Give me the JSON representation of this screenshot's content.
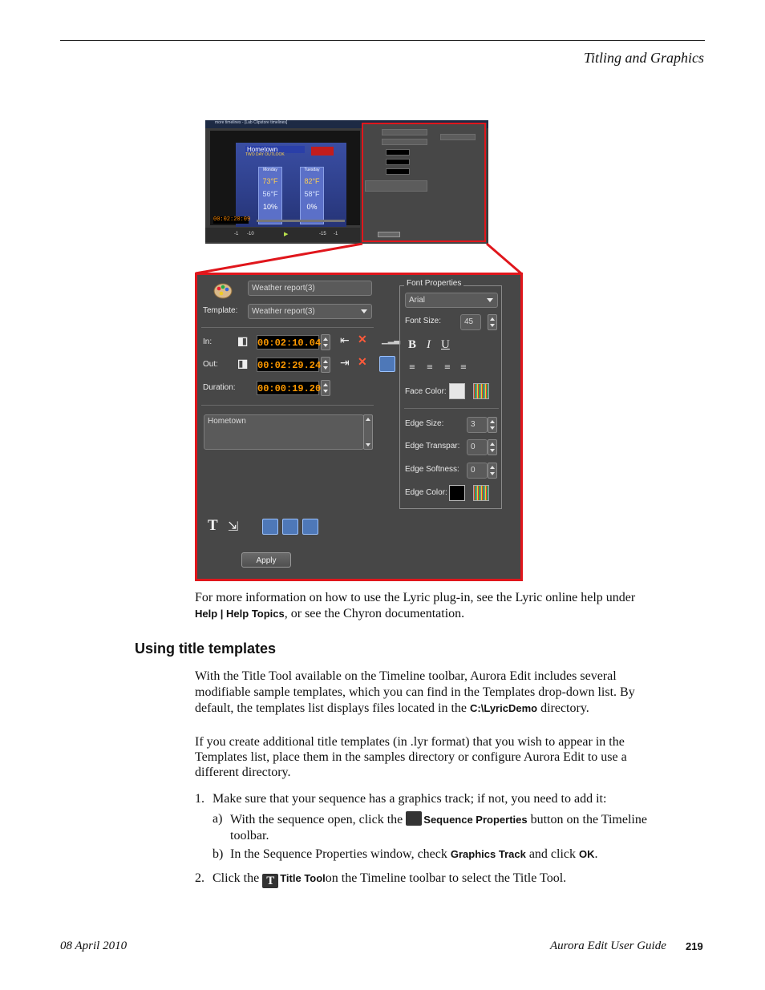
{
  "header": {
    "section": "Titling and Graphics"
  },
  "small_screenshot": {
    "window_title": "more timelines - [Lab Clipstore timelines]",
    "timecode": "00:02:20:09",
    "weather_graphic": {
      "title": "Hometown",
      "subtitle": "TWO DAY OUTLOOK",
      "days": [
        "Monday",
        "Tuesday"
      ],
      "highs": [
        "73°F",
        "82°F"
      ],
      "lows": [
        "56°F",
        "58°F"
      ],
      "precip": [
        "10%",
        "0%"
      ]
    },
    "transport_labels": [
      "-1",
      "-10",
      "-15",
      "-1"
    ]
  },
  "title_tool_panel": {
    "template_field": "Weather report(3)",
    "template_label": "Template:",
    "template_value": "Weather report(3)",
    "in_label": "In:",
    "in_value": "00:02:10.04",
    "out_label": "Out:",
    "out_value": "00:02:29.24",
    "duration_label": "Duration:",
    "duration_value": "00:00:19.20",
    "text_value": "Hometown",
    "apply_label": "Apply",
    "font_properties": {
      "legend": "Font Properties",
      "font": "Arial",
      "font_size_label": "Font Size:",
      "font_size": "45",
      "bold": "B",
      "italic": "I",
      "underline": "U",
      "face_color_label": "Face Color:",
      "face_color": "#e6e6e6",
      "edge_size_label": "Edge Size:",
      "edge_size": "3",
      "edge_transp_label": "Edge Transpar:",
      "edge_transp": "0",
      "edge_softness_label": "Edge Softness:",
      "edge_softness": "0",
      "edge_color_label": "Edge Color:",
      "edge_color": "#000000"
    }
  },
  "body": {
    "p1_a": "For more information on how to use the Lyric plug-in, see the Lyric online help under",
    "p1_term": "Help | Help Topics",
    "p1_b": ", or see the Chyron documentation.",
    "heading": "Using title templates",
    "p2_line1": "With the Title Tool available on the Timeline toolbar, Aurora Edit includes several",
    "p2_line2": "modifiable sample templates, which you can find in the Templates drop-down list. By",
    "p2_line3": "default, the templates list displays files located in the",
    "p2_term": "C:\\LyricDemo",
    "p2_end": " directory.",
    "p3_line1": "If you create additional title templates (in .lyr format) that you wish to appear in the",
    "p3_line2": "Templates list, place them in the samples directory or configure Aurora Edit to use a",
    "p3_line3": "different directory.",
    "step1_num": "1.",
    "step1": "Make sure that your sequence has a graphics track; if not, you need to add it:",
    "step1a_letter": "a)",
    "step1a_pre": "With the sequence open, click the",
    "step1a_term": "Sequence Properties",
    "step1a_post": " button on the Timeline",
    "step1a_post2": "toolbar.",
    "step1b_letter": "b)",
    "step1b_pre": "In the Sequence Properties window, check ",
    "step1b_term1": "Graphics Track",
    "step1b_mid": " and click ",
    "step1b_term2": "OK",
    "step1b_end": ".",
    "step2_num": "2.",
    "step2_pre": "Click the",
    "step2_term": "Title Tool",
    "step2_post": "on the Timeline toolbar to select the Title Tool."
  },
  "footer": {
    "date": "08 April 2010",
    "guide": "Aurora Edit User Guide",
    "page": "219"
  }
}
